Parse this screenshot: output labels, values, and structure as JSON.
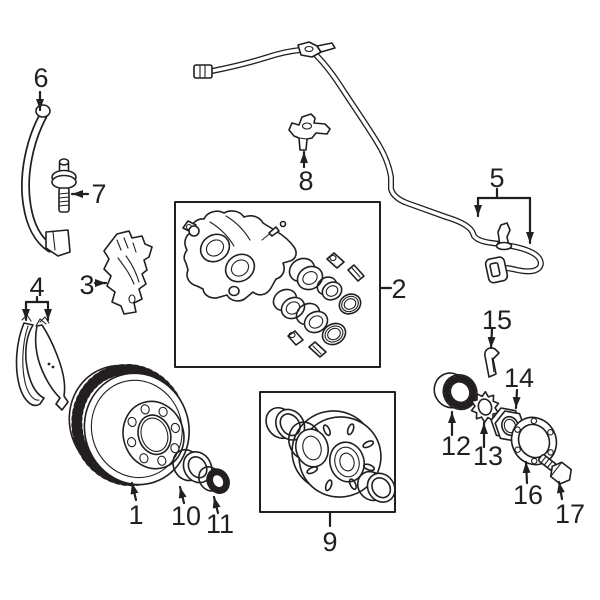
{
  "diagram": {
    "background": "#ffffff",
    "line_color": "#231f20",
    "callouts": [
      "1",
      "2",
      "3",
      "4",
      "5",
      "6",
      "7",
      "8",
      "9",
      "10",
      "11",
      "12",
      "13",
      "14",
      "15",
      "16",
      "17"
    ]
  }
}
